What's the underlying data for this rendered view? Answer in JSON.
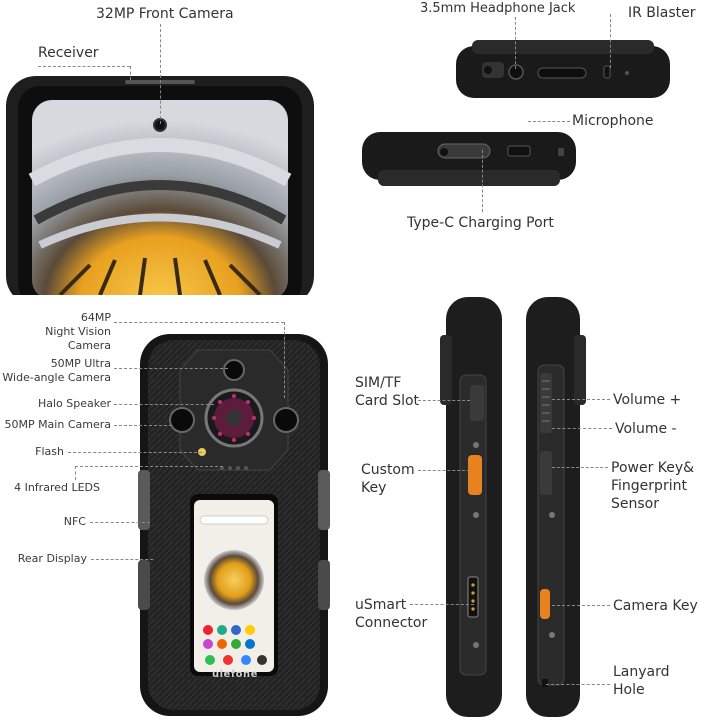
{
  "front_labels": {
    "front_camera": "32MP Front Camera",
    "receiver": "Receiver"
  },
  "top_labels": {
    "headphone_jack": "3.5mm Headphone Jack",
    "ir_blaster": "IR Blaster"
  },
  "bottom_labels": {
    "microphone": "Microphone",
    "type_c": "Type-C Charging Port"
  },
  "rear_labels": {
    "night_vision_camera": "64MP\nNight Vision Camera",
    "ultra_wide_camera": "50MP Ultra\nWide-angle Camera",
    "halo_speaker": "Halo Speaker",
    "main_camera": "50MP Main Camera",
    "flash": "Flash",
    "infrared_leds": "4 Infrared LEDS",
    "nfc": "NFC",
    "rear_display": "Rear Display"
  },
  "side_labels": {
    "sim_tray": "SIM/TF\nCard Slot",
    "custom_key": "Custom\nKey",
    "usmart": "uSmart\nConnector",
    "volume_up": "Volume +",
    "volume_down": "Volume -",
    "power_key": "Power Key&\nFingerprint\nSensor",
    "camera_key": "Camera Key",
    "lanyard": "Lanyard\nHole"
  },
  "brand": {
    "logo_text": "ulefone"
  },
  "colors": {
    "body_dark": "#1b1b1b",
    "accent_orange": "#e8821e",
    "screen_yellow": "#f0b400"
  }
}
